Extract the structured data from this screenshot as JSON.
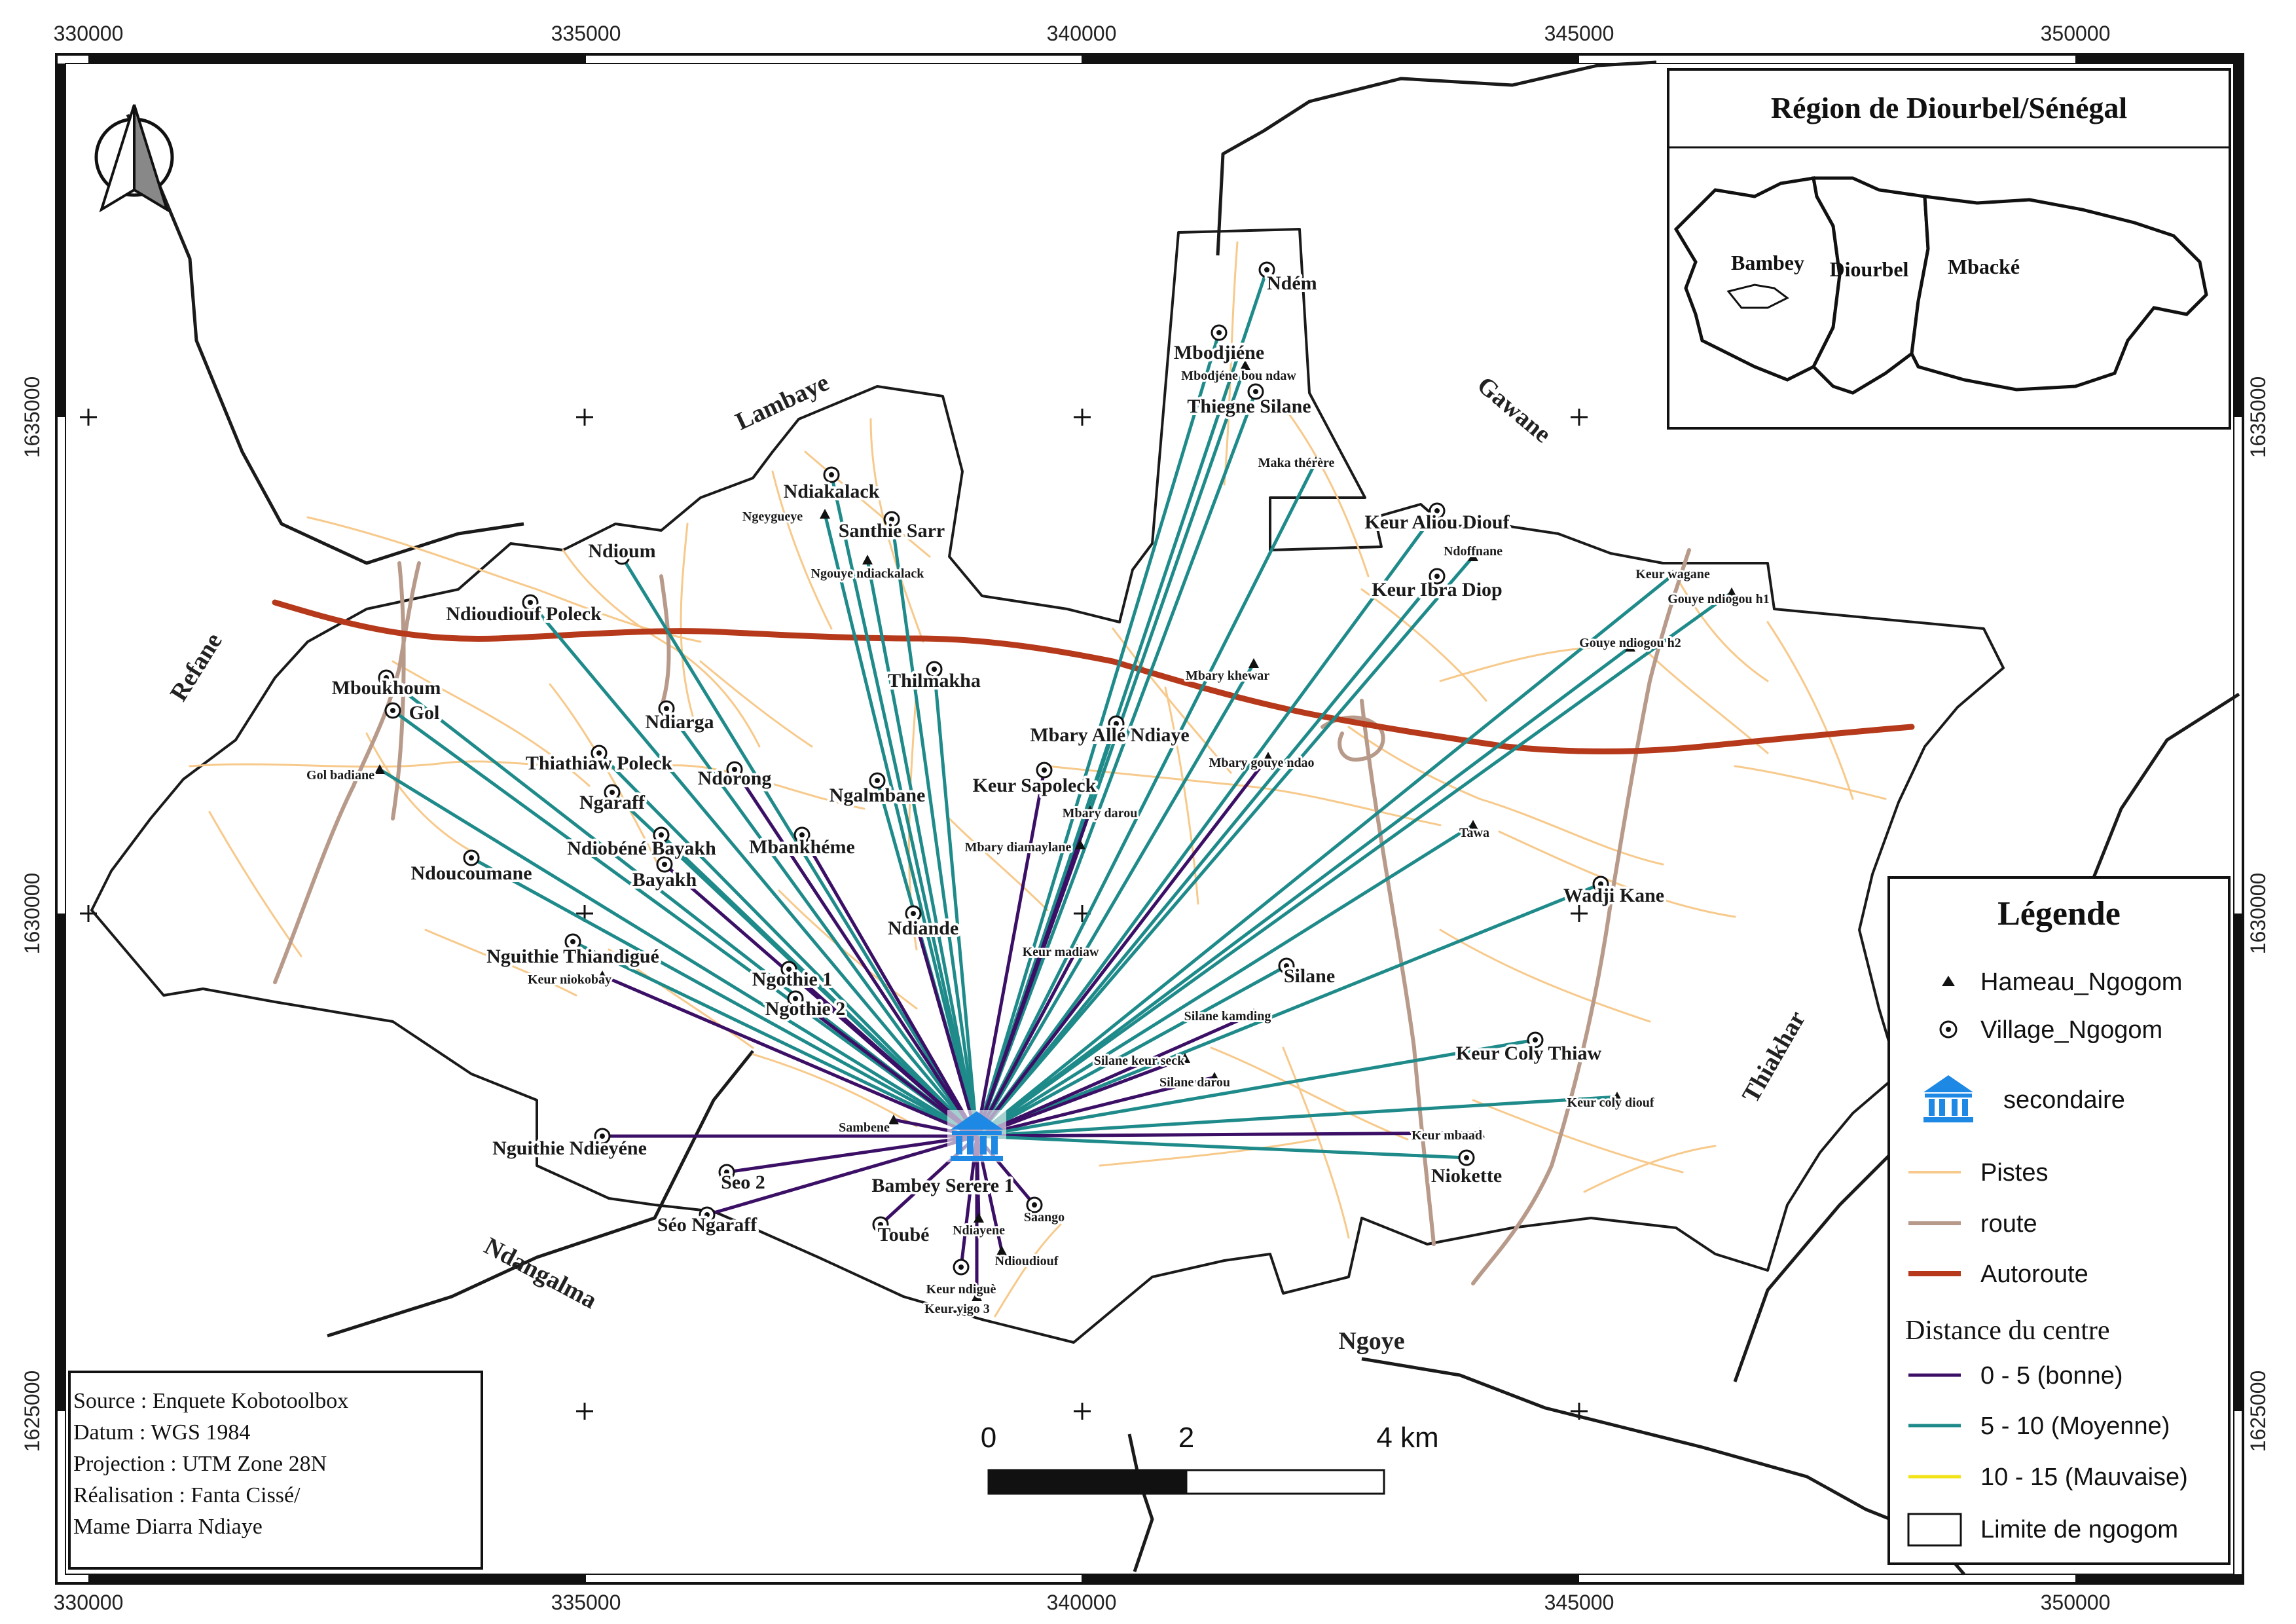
{
  "inset": {
    "title": "Région de Diourbel/Sénégal",
    "labels": [
      "Bambey",
      "Diourbel",
      "Mbacké"
    ]
  },
  "legend": {
    "title": "Légende",
    "items": [
      {
        "label": "Hameau_Ngogom",
        "icon": "triangle-icon"
      },
      {
        "label": "Village_Ngogom",
        "icon": "circle-dot-icon"
      },
      {
        "label": "secondaire",
        "icon": "school-icon",
        "color": "#1e88e5"
      },
      {
        "label": "Pistes",
        "icon": "line",
        "color": "#f7c98b"
      },
      {
        "label": "route",
        "icon": "line",
        "color": "#b89a8a"
      },
      {
        "label": "Autoroute",
        "icon": "line",
        "color": "#b5391a"
      }
    ],
    "distance_title": "Distance du centre",
    "distance_items": [
      {
        "label": "0 - 5 (bonne)",
        "color": "#3b0f66"
      },
      {
        "label": "5 - 10 (Moyenne)",
        "color": "#1f8a8a"
      },
      {
        "label": "10 - 15 (Mauvaise)",
        "color": "#f2e318"
      }
    ],
    "boundary_label": "Limite de ngogom"
  },
  "source_box": {
    "lines": [
      "Source : Enquete Kobotoolbox",
      "Datum : WGS 1984",
      "Projection : UTM Zone 28N",
      "Réalisation : Fanta Cissé/",
      "Mame Diarra Ndiaye"
    ]
  },
  "scale_bar": {
    "labels": [
      "0",
      "2",
      "4 km"
    ]
  },
  "coords": {
    "x": [
      "330000",
      "335000",
      "340000",
      "345000",
      "350000"
    ],
    "y": [
      "1635000",
      "1630000",
      "1625000"
    ]
  },
  "regions": [
    "Lambaye",
    "Gawane",
    "Refane",
    "Thiakhar",
    "Ndangalma",
    "Ngoye"
  ],
  "colors": {
    "near": "#3b0f66",
    "medium": "#1f8a8a",
    "pistes": "#f7c98b",
    "route": "#b89a8a",
    "autoroute": "#b5391a",
    "boundary": "#1a1a1a",
    "school": "#1e88e5"
  },
  "center": {
    "label": "Bambey Serere 1"
  },
  "villages": [
    {
      "name": "Ndém",
      "cls": "medium",
      "kind": "village",
      "big": true
    },
    {
      "name": "Mbodjiéne",
      "cls": "medium",
      "kind": "village",
      "big": true
    },
    {
      "name": "Mbodjéne bou ndaw",
      "cls": "medium",
      "kind": "hameau",
      "big": false
    },
    {
      "name": "Thiegne Silane",
      "cls": "medium",
      "kind": "village",
      "big": true
    },
    {
      "name": "Maka thérère",
      "cls": "medium",
      "kind": "hameau",
      "big": false
    },
    {
      "name": "Keur Aliou Diouf",
      "cls": "medium",
      "kind": "village",
      "big": true
    },
    {
      "name": "Ndoffnane",
      "cls": "medium",
      "kind": "hameau",
      "big": false
    },
    {
      "name": "Keur Ibra Diop",
      "cls": "medium",
      "kind": "village",
      "big": true
    },
    {
      "name": "Keur wagane",
      "cls": "medium",
      "kind": "hameau",
      "big": false
    },
    {
      "name": "Gouye ndiogou h1",
      "cls": "medium",
      "kind": "hameau",
      "big": false
    },
    {
      "name": "Gouye ndiogou h2",
      "cls": "medium",
      "kind": "hameau",
      "big": false
    },
    {
      "name": "Ndiakalack",
      "cls": "medium",
      "kind": "village",
      "big": true
    },
    {
      "name": "Ngeygueye",
      "cls": "medium",
      "kind": "hameau",
      "big": false
    },
    {
      "name": "Santhie Sarr",
      "cls": "medium",
      "kind": "village",
      "big": true
    },
    {
      "name": "Ngouye ndiackalack",
      "cls": "medium",
      "kind": "hameau",
      "big": false
    },
    {
      "name": "Ndioum",
      "cls": "medium",
      "kind": "village",
      "big": true
    },
    {
      "name": "Ndioudiouf Poleck",
      "cls": "medium",
      "kind": "village",
      "big": true
    },
    {
      "name": "Mboukhoum",
      "cls": "medium",
      "kind": "village",
      "big": true
    },
    {
      "name": "Gol",
      "cls": "medium",
      "kind": "village",
      "big": true
    },
    {
      "name": "Gol badiane",
      "cls": "medium",
      "kind": "hameau",
      "big": false
    },
    {
      "name": "Thilmakha",
      "cls": "medium",
      "kind": "village",
      "big": true
    },
    {
      "name": "Mbary khewar",
      "cls": "medium",
      "kind": "hameau",
      "big": false
    },
    {
      "name": "Ndiarga",
      "cls": "medium",
      "kind": "village",
      "big": true
    },
    {
      "name": "Mbary Allé Ndiaye",
      "cls": "medium",
      "kind": "village",
      "big": true
    },
    {
      "name": "Mbary gouye ndao",
      "cls": "near",
      "kind": "hameau",
      "big": false
    },
    {
      "name": "Thiathiaw Poleck",
      "cls": "medium",
      "kind": "village",
      "big": true
    },
    {
      "name": "Ndorong",
      "cls": "near",
      "kind": "village",
      "big": true
    },
    {
      "name": "Ngalmbane",
      "cls": "medium",
      "kind": "village",
      "big": true
    },
    {
      "name": "Keur Sapoleck",
      "cls": "near",
      "kind": "village",
      "big": true
    },
    {
      "name": "Mbary darou",
      "cls": "near",
      "kind": "hameau",
      "big": false
    },
    {
      "name": "Ngaraff",
      "cls": "medium",
      "kind": "village",
      "big": true
    },
    {
      "name": "Ndiobéné Bayakh",
      "cls": "medium",
      "kind": "village",
      "big": true
    },
    {
      "name": "Mbankhéme",
      "cls": "near",
      "kind": "village",
      "big": true
    },
    {
      "name": "Mbary diamaylane",
      "cls": "near",
      "kind": "hameau",
      "big": false
    },
    {
      "name": "Tawa",
      "cls": "medium",
      "kind": "hameau",
      "big": false
    },
    {
      "name": "Ndoucoumane",
      "cls": "medium",
      "kind": "village",
      "big": true
    },
    {
      "name": "Bayakh",
      "cls": "near",
      "kind": "village",
      "big": true
    },
    {
      "name": "Wadji Kane",
      "cls": "medium",
      "kind": "village",
      "big": true
    },
    {
      "name": "Ndiande",
      "cls": "near",
      "kind": "village",
      "big": true
    },
    {
      "name": "Keur madiaw",
      "cls": "near",
      "kind": "hameau",
      "big": false
    },
    {
      "name": "Nguithie Thiandigué",
      "cls": "medium",
      "kind": "village",
      "big": true
    },
    {
      "name": "Keur niokobay",
      "cls": "near",
      "kind": "hameau",
      "big": false
    },
    {
      "name": "Ngothie 1",
      "cls": "near",
      "kind": "village",
      "big": true
    },
    {
      "name": "Ngothie 2",
      "cls": "near",
      "kind": "village",
      "big": true
    },
    {
      "name": "Silane",
      "cls": "medium",
      "kind": "village",
      "big": true
    },
    {
      "name": "Silane kamding",
      "cls": "near",
      "kind": "hameau",
      "big": false
    },
    {
      "name": "Silane keur seck",
      "cls": "near",
      "kind": "hameau",
      "big": false
    },
    {
      "name": "Silane darou",
      "cls": "near",
      "kind": "hameau",
      "big": false
    },
    {
      "name": "Keur Coly Thiaw",
      "cls": "medium",
      "kind": "village",
      "big": true
    },
    {
      "name": "Keur coly diouf",
      "cls": "medium",
      "kind": "hameau",
      "big": false
    },
    {
      "name": "Keur mbaad",
      "cls": "near",
      "kind": "hameau",
      "big": false
    },
    {
      "name": "Niokette",
      "cls": "medium",
      "kind": "village",
      "big": true
    },
    {
      "name": "Sambene",
      "cls": "near",
      "kind": "hameau",
      "big": false
    },
    {
      "name": "Nguithie Ndieyéne",
      "cls": "near",
      "kind": "village",
      "big": true
    },
    {
      "name": "Seo 2",
      "cls": "near",
      "kind": "village",
      "big": true
    },
    {
      "name": "Séo Ngaraff",
      "cls": "near",
      "kind": "village",
      "big": true
    },
    {
      "name": "Toubé",
      "cls": "near",
      "kind": "village",
      "big": true
    },
    {
      "name": "Ndiayene",
      "cls": "near",
      "kind": "hameau",
      "big": false
    },
    {
      "name": "Saango",
      "cls": "near",
      "kind": "village",
      "big": false
    },
    {
      "name": "Ndioudiouf",
      "cls": "near",
      "kind": "hameau",
      "big": false
    },
    {
      "name": "Keur ndiguè",
      "cls": "near",
      "kind": "village",
      "big": false
    },
    {
      "name": "Keur yigo 3",
      "cls": "near",
      "kind": "hameau",
      "big": false
    }
  ]
}
